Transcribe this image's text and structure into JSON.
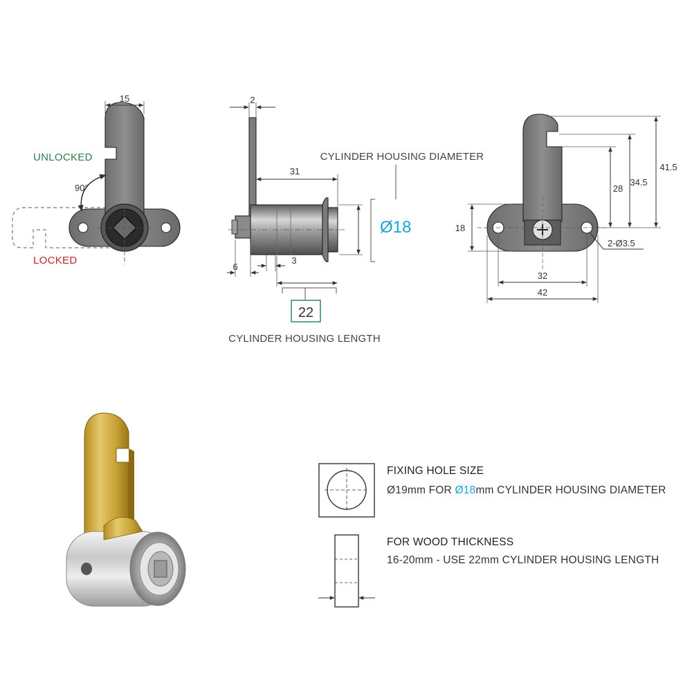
{
  "colors": {
    "unlocked": "#2e7d4f",
    "locked": "#c0272d",
    "accent": "#1aa3d9",
    "callout_border": "#2e8b57",
    "metal": "#7d7d7d",
    "brass": "#c9a437"
  },
  "front_view": {
    "dim_width": "15",
    "unlocked_label": "UNLOCKED",
    "locked_label": "LOCKED",
    "rotation_angle": "90°"
  },
  "side_view": {
    "dim_plate_thickness": "2",
    "dim_body_length": "31",
    "dim_nut": "6",
    "dim_flange": "3",
    "housing_diameter_caption": "CYLINDER HOUSING DIAMETER",
    "housing_diameter_symbol": "Ø",
    "housing_diameter_value": "18",
    "housing_length_value": "22",
    "housing_length_caption": "CYLINDER HOUSING LENGTH"
  },
  "back_view": {
    "dim_height_28": "28",
    "dim_height_34_5": "34.5",
    "dim_height_41_5": "41.5",
    "dim_flange_height": "18",
    "dim_hole_spacing": "32",
    "dim_overall_width": "42",
    "dim_holes": "2-Ø3.5"
  },
  "notes": {
    "fixing_hole_title": "FIXING HOLE SIZE",
    "fixing_hole_text_a": "Ø19mm FOR ",
    "fixing_hole_text_accent": "Ø18",
    "fixing_hole_text_b": "mm CYLINDER HOUSING DIAMETER",
    "wood_thickness_title": "FOR WOOD THICKNESS",
    "wood_thickness_text": "16-20mm - USE 22mm CYLINDER HOUSING LENGTH"
  }
}
